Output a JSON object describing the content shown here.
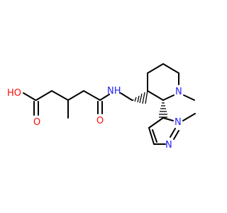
{
  "colors": {
    "background": "#ffffff",
    "bond": "#000000",
    "nitrogen": "#2323ff",
    "oxygen": "#ff0d0d"
  },
  "atoms": {
    "acid_oxygen_label": "HO",
    "carbonyl_oxygen_acid_label": "O",
    "amide_oxygen_label": "O",
    "amide_nitrogen_label": "NH",
    "piperidine_nitrogen_label": "N",
    "pyrazole_n1_label": "N",
    "pyrazole_n2_label": "N"
  }
}
